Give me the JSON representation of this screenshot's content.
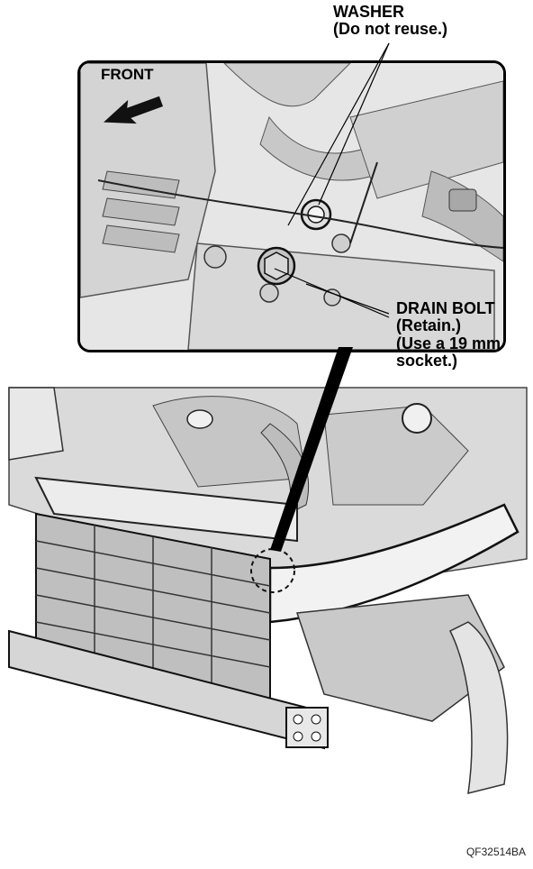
{
  "labels": {
    "washer_line1": "WASHER",
    "washer_line2": "(Do not reuse.)",
    "front": "FRONT",
    "drain_line1": "DRAIN BOLT",
    "drain_line2": "(Retain.)",
    "drain_line3": "(Use a 19 mm",
    "drain_line4": "socket.)"
  },
  "figure_id": "QF32514BA"
}
